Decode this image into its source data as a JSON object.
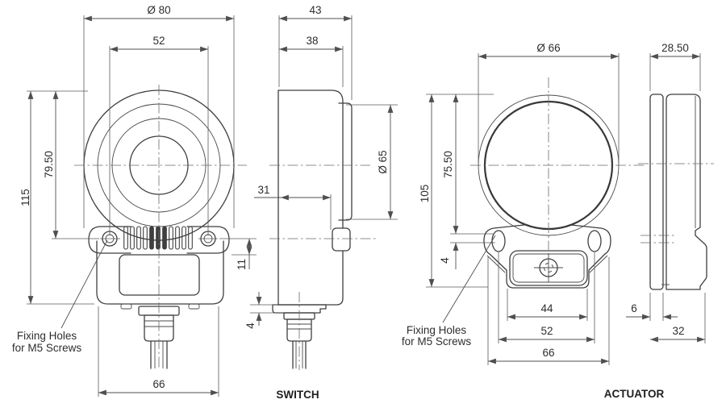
{
  "colors": {
    "background": "#ffffff",
    "outline": "#3f3f3f",
    "dimension_lines": "#4f4f4f",
    "text": "#2e2e2e"
  },
  "switch": {
    "caption": "SWITCH",
    "front": {
      "dia": "Ø 80",
      "hole_spacing": "52",
      "height": "115",
      "height_to_holes": "79.50",
      "hole_drop": "11",
      "base_width": "66",
      "note1": "Fixing Holes",
      "note2": "for M5 Screws"
    },
    "side": {
      "depth_total": "43",
      "depth_body": "38",
      "lens_dia": "Ø 65",
      "cam_offset": "31",
      "flange": "4"
    }
  },
  "actuator": {
    "caption": "ACTUATOR",
    "front": {
      "dia": "Ø 66",
      "height": "105",
      "height_to_holes": "75.50",
      "hole_drop": "4",
      "slot_width": "44",
      "hole_spacing": "52",
      "base_width": "66",
      "note1": "Fixing Holes",
      "note2": "for M5 Screws"
    },
    "side": {
      "depth_body": "28.50",
      "plate_thickness": "6",
      "depth_total": "32"
    }
  }
}
